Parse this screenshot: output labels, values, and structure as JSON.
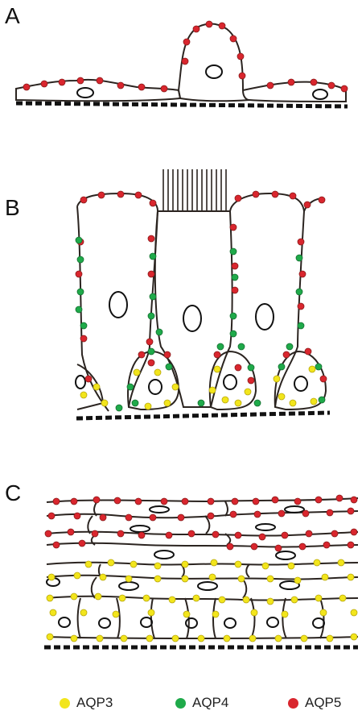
{
  "panels": {
    "a": "A",
    "b": "B",
    "c": "C"
  },
  "legend": [
    {
      "label": "AQP3",
      "color": "#f2e51c"
    },
    {
      "label": "AQP4",
      "color": "#1faa4a"
    },
    {
      "label": "AQP5",
      "color": "#d9262e"
    }
  ],
  "colors": {
    "membrane": "#2b2420",
    "basement": "#111111",
    "dot_outline": "#8a2020"
  }
}
